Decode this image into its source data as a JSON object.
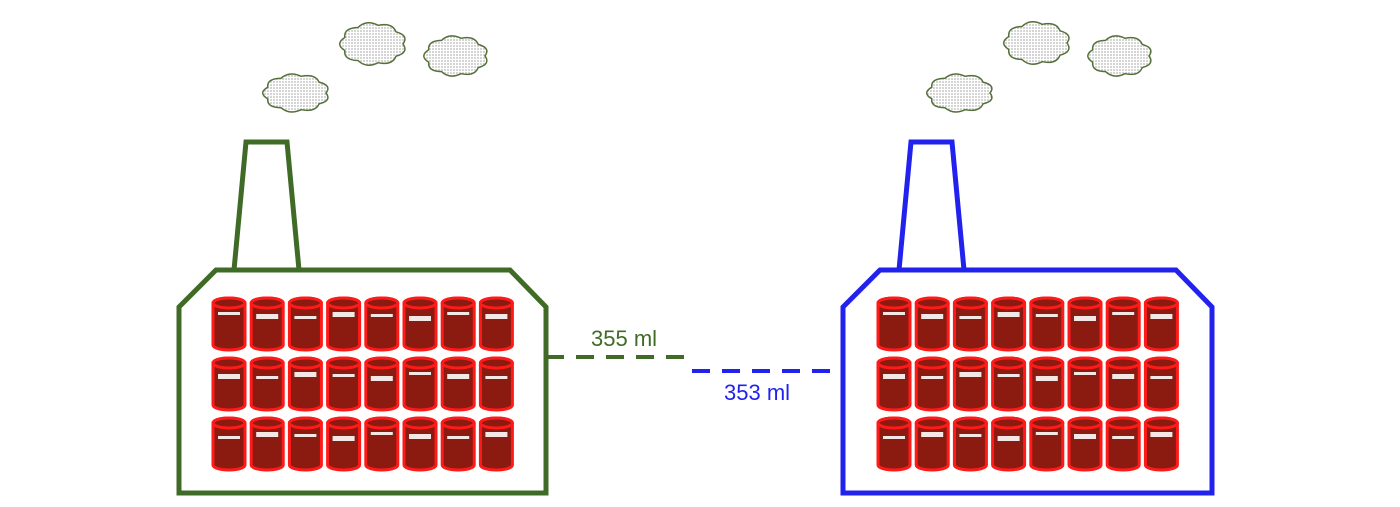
{
  "colors": {
    "left_factory": "#3f6b27",
    "right_factory": "#2222ee",
    "can_outline": "#ff1a1a",
    "can_body": "#8b1a10",
    "can_highlight": "#ffffff",
    "smoke_fill": "#dddddd",
    "smoke_outline": "#55703a"
  },
  "factories": [
    {
      "id": "left",
      "volume_label": "355 ml",
      "rows": 3,
      "cols": 8,
      "smoke_puffs": 3
    },
    {
      "id": "right",
      "volume_label": "353 ml",
      "rows": 3,
      "cols": 8,
      "smoke_puffs": 3
    }
  ]
}
